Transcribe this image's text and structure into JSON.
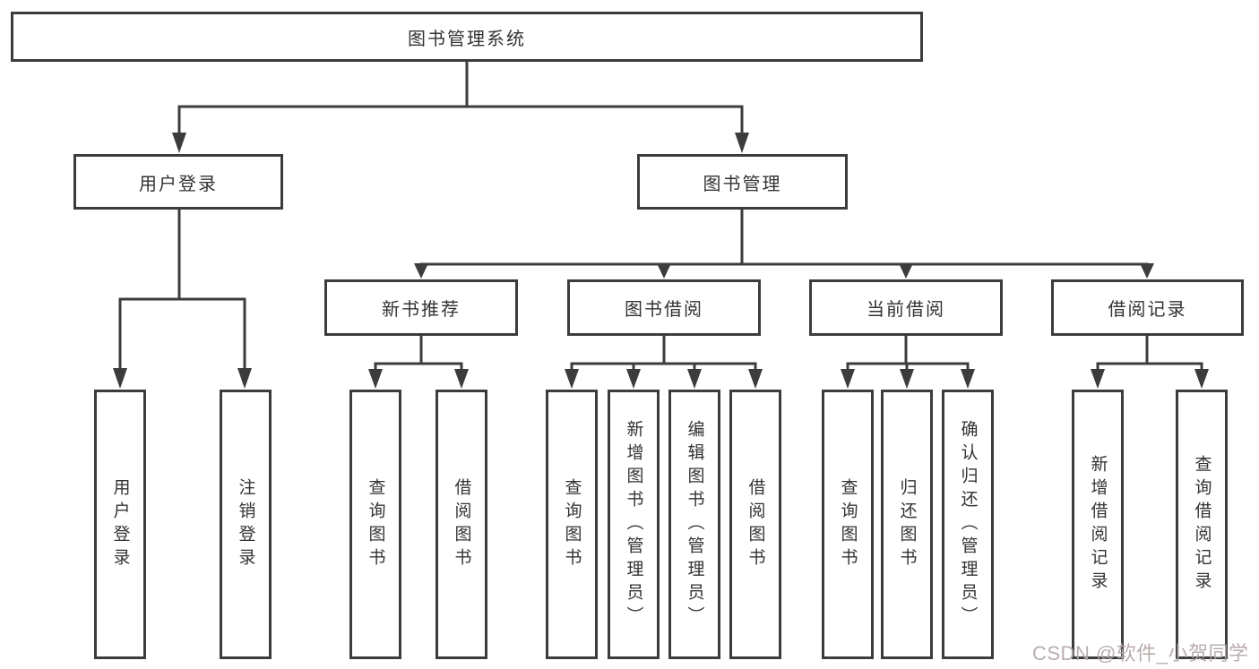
{
  "colors": {
    "line": "#3c3c3c",
    "text": "#333333",
    "background": "#ffffff",
    "watermark": "#b4a7a7"
  },
  "watermark": {
    "text": "CSDN @软件_小贺同学"
  },
  "tree": {
    "root": {
      "label": "图书管理系统",
      "children": [
        {
          "label": "用户登录",
          "children": [
            {
              "label": "用户登录"
            },
            {
              "label": "注销登录"
            }
          ]
        },
        {
          "label": "图书管理",
          "children": [
            {
              "label": "新书推荐",
              "children": [
                {
                  "label": "查询图书"
                },
                {
                  "label": "借阅图书"
                }
              ]
            },
            {
              "label": "图书借阅",
              "children": [
                {
                  "label": "查询图书"
                },
                {
                  "label": "新增图书（管理员）"
                },
                {
                  "label": "编辑图书（管理员）"
                },
                {
                  "label": "借阅图书"
                }
              ]
            },
            {
              "label": "当前借阅",
              "children": [
                {
                  "label": "查询图书"
                },
                {
                  "label": "归还图书"
                },
                {
                  "label": "确认归还（管理员）"
                }
              ]
            },
            {
              "label": "借阅记录",
              "children": [
                {
                  "label": "新增借阅记录"
                },
                {
                  "label": "查询借阅记录"
                }
              ]
            }
          ]
        }
      ]
    }
  }
}
